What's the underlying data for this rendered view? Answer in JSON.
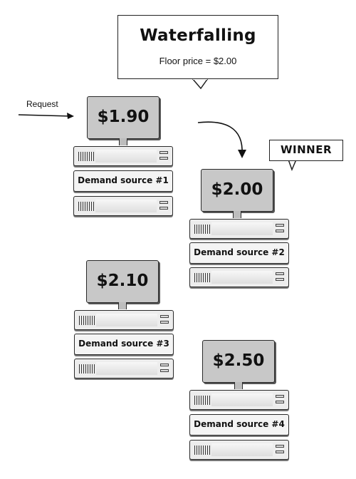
{
  "title": "Waterfalling",
  "subtitle": "Floor price = $2.00",
  "request_label": "Request",
  "winner_label": "WINNER",
  "sources": [
    {
      "price": "$1.90",
      "name": "Demand source #1"
    },
    {
      "price": "$2.00",
      "name": "Demand source #2"
    },
    {
      "price": "$2.10",
      "name": "Demand source #3"
    },
    {
      "price": "$2.50",
      "name": "Demand source #4"
    }
  ]
}
